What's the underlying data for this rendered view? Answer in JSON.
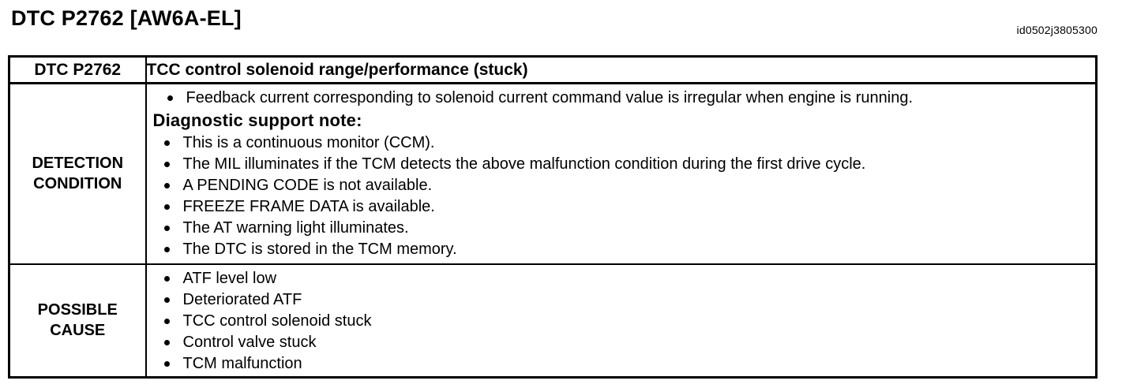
{
  "page": {
    "title": "DTC P2762 [AW6A-EL]",
    "doc_id": "id0502j3805300"
  },
  "colors": {
    "ink": "#000000",
    "paper": "#ffffff"
  },
  "table": {
    "header": {
      "code": "DTC P2762",
      "description": "TCC control solenoid range/performance (stuck)"
    },
    "detection_condition": {
      "label": "DETECTION CONDITION",
      "bullets": [
        "Feedback current corresponding to solenoid current command value is irregular when engine is running."
      ],
      "note_heading": "Diagnostic support note:",
      "note_bullets": [
        "This is a continuous monitor (CCM).",
        "The MIL illuminates if the TCM detects the above malfunction condition during the first drive cycle.",
        "A PENDING CODE is not available.",
        "FREEZE FRAME DATA is available.",
        "The AT warning light illuminates.",
        "The DTC is stored in the TCM memory."
      ]
    },
    "possible_cause": {
      "label": "POSSIBLE CAUSE",
      "bullets": [
        "ATF level low",
        "Deteriorated ATF",
        "TCC control solenoid stuck",
        "Control valve stuck",
        "TCM malfunction"
      ]
    }
  }
}
